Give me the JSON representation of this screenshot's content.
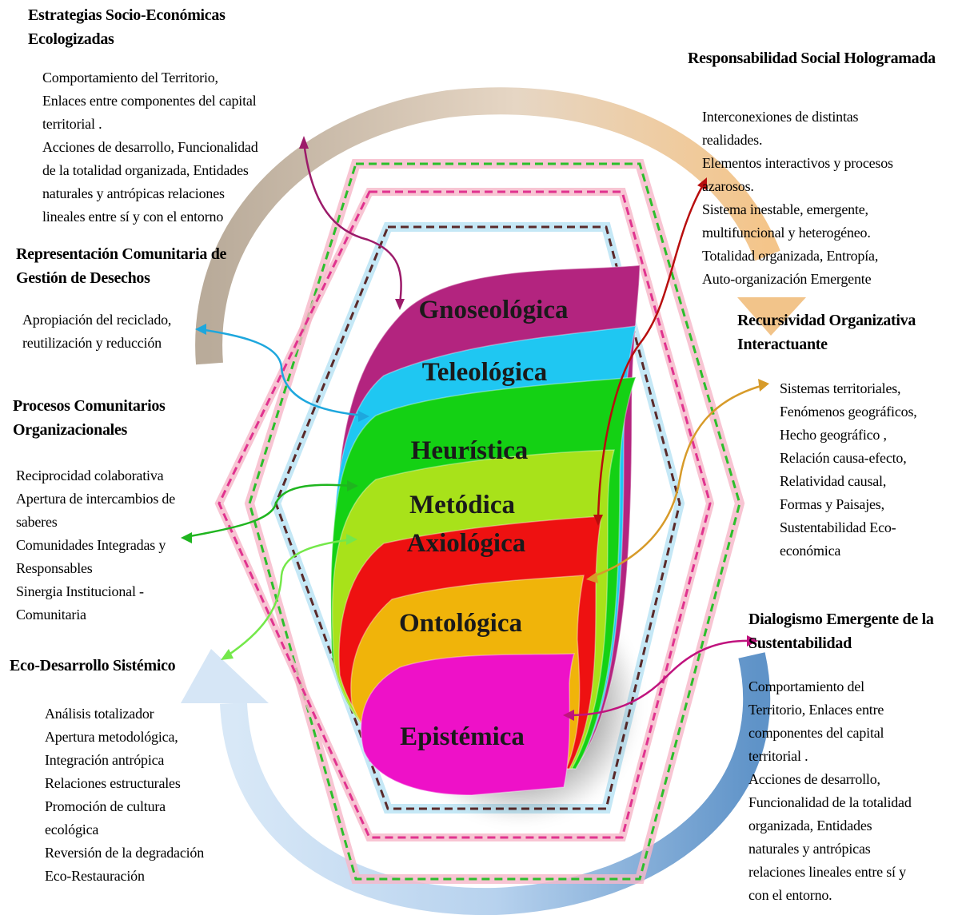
{
  "layers": [
    {
      "label": "Gnoseológica",
      "color": "#b3247f"
    },
    {
      "label": "Teleológica",
      "color": "#1fc7f2"
    },
    {
      "label": "Heurística",
      "color": "#14d114"
    },
    {
      "label": "Metódica",
      "color": "#a8e21a"
    },
    {
      "label": "Axiológica",
      "color": "#ee1111"
    },
    {
      "label": "Ontológica",
      "color": "#f0b40a"
    },
    {
      "label": "Epistémica",
      "color": "#ee11c8"
    }
  ],
  "blocks": {
    "estrategias": {
      "heading": [
        "Estrategias Socio-Económicas",
        "Ecologizadas"
      ],
      "items": [
        "Comportamiento del Territorio,",
        "Enlaces entre componentes del capital",
        "territorial .",
        "Acciones de desarrollo, Funcionalidad",
        "de la  totalidad organizada, Entidades",
        "naturales y antrópicas relaciones",
        "lineales entre sí y con el entorno"
      ]
    },
    "representacion": {
      "heading": [
        "Representación Comunitaria de",
        "Gestión de Desechos"
      ],
      "items": [
        "Apropiación del reciclado,",
        "reutilización y reducción"
      ]
    },
    "procesos": {
      "heading": [
        "Procesos Comunitarios",
        "Organizacionales"
      ],
      "items": [
        "Reciprocidad colaborativa",
        "Apertura de intercambios de",
        "saberes",
        "Comunidades Integradas y",
        "Responsables",
        "Sinergia Institucional -",
        "Comunitaria"
      ]
    },
    "ecodesarrollo": {
      "heading": [
        "Eco-Desarrollo Sistémico"
      ],
      "items": [
        "Análisis totalizador",
        "Apertura metodológica,",
        "Integración antrópica",
        "Relaciones estructurales",
        "Promoción de cultura",
        "ecológica",
        "Reversión de la degradación",
        "Eco-Restauración"
      ]
    },
    "responsabilidad": {
      "heading": [
        "Responsabilidad Social Hologramada"
      ],
      "items": [
        "Interconexiones de distintas",
        "realidades.",
        "Elementos interactivos y procesos",
        "azarosos.",
        "Sistema inestable, emergente,",
        "multifuncional y heterogéneo.",
        "Totalidad organizada, Entropía,",
        "Auto-organización Emergente"
      ]
    },
    "recursividad": {
      "heading": [
        "Recursividad Organizativa",
        "Interactuante"
      ],
      "items": [
        "Sistemas territoriales,",
        "Fenómenos geográficos,",
        "Hecho geográfico ,",
        "Relación causa-efecto,",
        "Relatividad causal,",
        "Formas y Paisajes,",
        "Sustentabilidad Eco-",
        "económica"
      ]
    },
    "dialogismo": {
      "heading": [
        "Dialogismo Emergente de la",
        "Sustentabilidad"
      ],
      "items": [
        "Comportamiento del",
        "Territorio, Enlaces entre",
        "componentes del capital",
        "territorial .",
        "Acciones de desarrollo,",
        "Funcionalidad de la  totalidad",
        "organizada, Entidades",
        "naturales y antrópicas",
        "relaciones  lineales entre sí y",
        "con el entorno."
      ]
    }
  },
  "colors": {
    "hex_green": "#2bbf2b",
    "hex_pink": "#e0338f",
    "hex_dark": "#5a2a2a",
    "hex_glow_pink": "#f6b6c8",
    "hex_glow_blue": "#bfe6f5",
    "arc_top_left": "#c2b6a6",
    "arc_top_right": "#f2c98f",
    "arc_bottom_left": "#cfe3f5",
    "arc_bottom_right": "#6f9fcf"
  }
}
